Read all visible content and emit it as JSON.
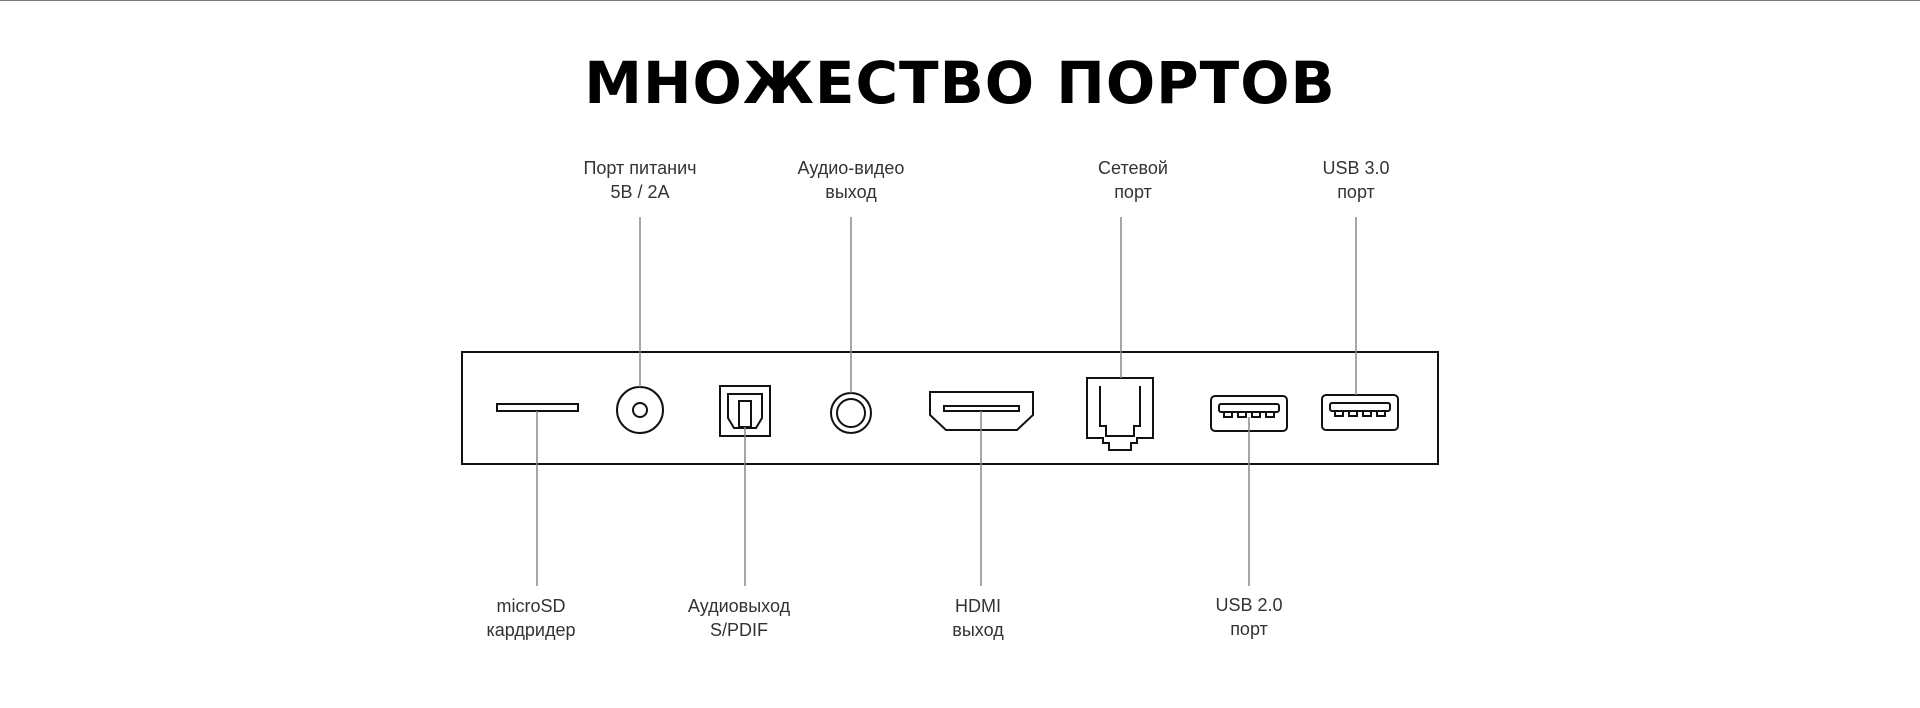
{
  "title": "МНОЖЕСТВО ПОРТОВ",
  "colors": {
    "ink": "#111111",
    "leader_line": "#888888",
    "label_text": "#333333",
    "top_rule": "#7a7a7a"
  },
  "ports_top": [
    {
      "id": "power",
      "icon": "power-jack-icon",
      "lines": [
        "Порт питанич",
        "5В / 2А"
      ]
    },
    {
      "id": "av",
      "icon": "av-jack-icon",
      "lines": [
        "Аудио-видео",
        "выход"
      ]
    },
    {
      "id": "lan",
      "icon": "ethernet-port-icon",
      "lines": [
        "Сетевой",
        "порт"
      ]
    },
    {
      "id": "usb3",
      "icon": "usb-port-icon",
      "lines": [
        "USB 3.0",
        "порт"
      ]
    }
  ],
  "ports_bottom": [
    {
      "id": "microsd",
      "icon": "microsd-slot-icon",
      "lines": [
        "microSD",
        "кардридер"
      ]
    },
    {
      "id": "spdif",
      "icon": "optical-spdif-icon",
      "lines": [
        "Аудиовыход",
        "S/PDIF"
      ]
    },
    {
      "id": "hdmi",
      "icon": "hdmi-port-icon",
      "lines": [
        "HDMI",
        "выход"
      ]
    },
    {
      "id": "usb2",
      "icon": "usb-port-icon",
      "lines": [
        "USB 2.0",
        "порт"
      ]
    }
  ]
}
